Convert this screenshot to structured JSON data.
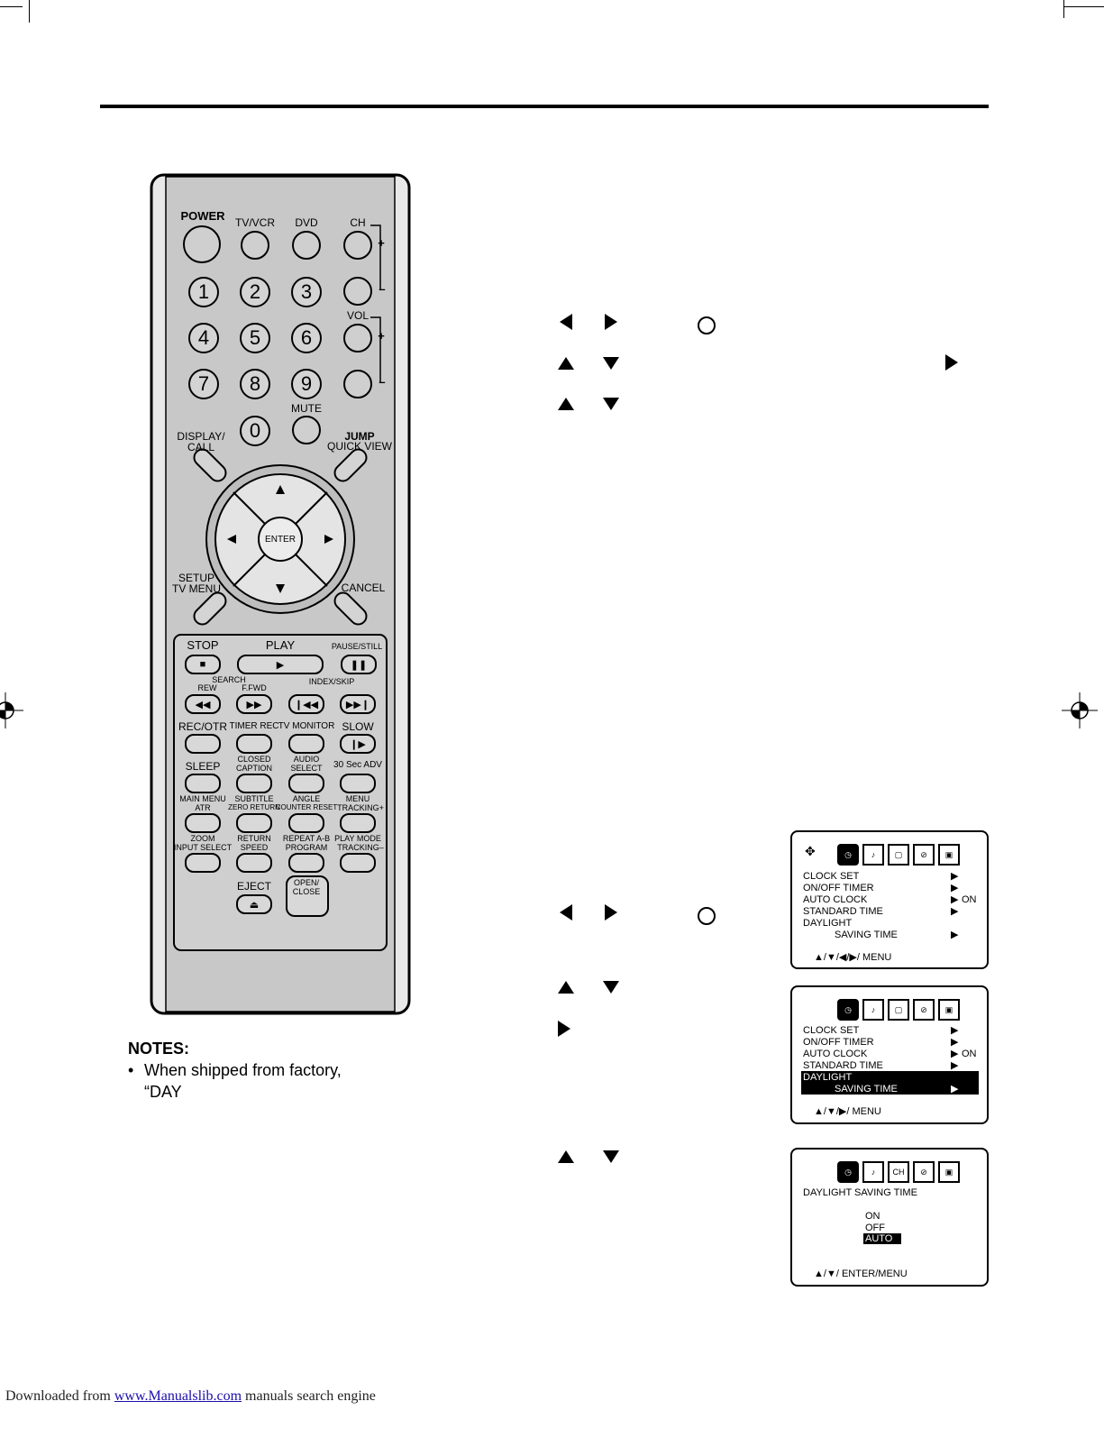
{
  "remote": {
    "top_labels": [
      "POWER",
      "TV/VCR",
      "DVD",
      "CH"
    ],
    "digits": [
      "1",
      "2",
      "3",
      "4",
      "5",
      "6",
      "7",
      "8",
      "9",
      "0"
    ],
    "vol_label": "VOL",
    "mute_label": "MUTE",
    "display_call": "DISPLAY/\nCALL",
    "jump_label": "JUMP",
    "quick_view": "QUICK VIEW",
    "enter_label": "ENTER",
    "setup_menu": "SETUP\nTV MENU",
    "cancel_label": "CANCEL",
    "transport": {
      "stop": "STOP",
      "play": "PLAY",
      "pause": "PAUSE/STILL",
      "search": "SEARCH",
      "rew": "REW",
      "ffwd": "F.FWD",
      "index_skip": "INDEX/SKIP",
      "rec_otr": "REC/OTR",
      "timer_rec": "TIMER REC",
      "tv_monitor": "TV MONITOR",
      "slow": "SLOW",
      "sleep": "SLEEP",
      "closed_caption": "CLOSED\nCAPTION",
      "audio_select": "AUDIO\nSELECT",
      "adv30": "30 Sec ADV",
      "main_menu": "MAIN MENU",
      "atr": "ATR",
      "subtitle": "SUBTITLE",
      "zero_return": "ZERO RETURN",
      "angle": "ANGLE",
      "counter_reset": "COUNTER RESET",
      "menu": "MENU",
      "tracking_plus": "TRACKING+",
      "zoom": "ZOOM",
      "input_select": "INPUT SELECT",
      "return": "RETURN",
      "speed": "SPEED",
      "repeat_ab": "REPEAT A-B",
      "program": "PROGRAM",
      "play_mode": "PLAY MODE",
      "tracking_minus": "TRACKING–",
      "eject": "EJECT",
      "open_close": "OPEN/\nCLOSE"
    }
  },
  "osd1": {
    "items": [
      "CLOCK SET",
      "ON/OFF TIMER",
      "AUTO CLOCK",
      "STANDARD TIME",
      "DAYLIGHT"
    ],
    "saving_time": "SAVING TIME",
    "auto_clock_value": "ON",
    "nav": "▲/▼/◀/▶/ MENU"
  },
  "osd2": {
    "items": [
      "CLOCK SET",
      "ON/OFF TIMER",
      "AUTO CLOCK",
      "STANDARD TIME",
      "DAYLIGHT"
    ],
    "saving_time": "SAVING TIME",
    "auto_clock_value": "ON",
    "nav": "▲/▼/▶/ MENU"
  },
  "osd3": {
    "title": "DAYLIGHT  SAVING  TIME",
    "options": [
      "ON",
      "OFF",
      "AUTO"
    ],
    "ch_icon": "CH",
    "nav": "▲/▼/ ENTER/MENU"
  },
  "notes": {
    "title": "NOTES:",
    "bullet": "•",
    "text_line1": "When shipped from factory,",
    "text_line2": "“DAY"
  },
  "footer": {
    "prefix": "Downloaded from ",
    "link": "www.Manualslib.com",
    "suffix": " manuals search engine"
  },
  "icons": [
    "left-arrow-icon",
    "right-arrow-icon",
    "up-arrow-icon",
    "down-arrow-icon",
    "clock-icon"
  ]
}
